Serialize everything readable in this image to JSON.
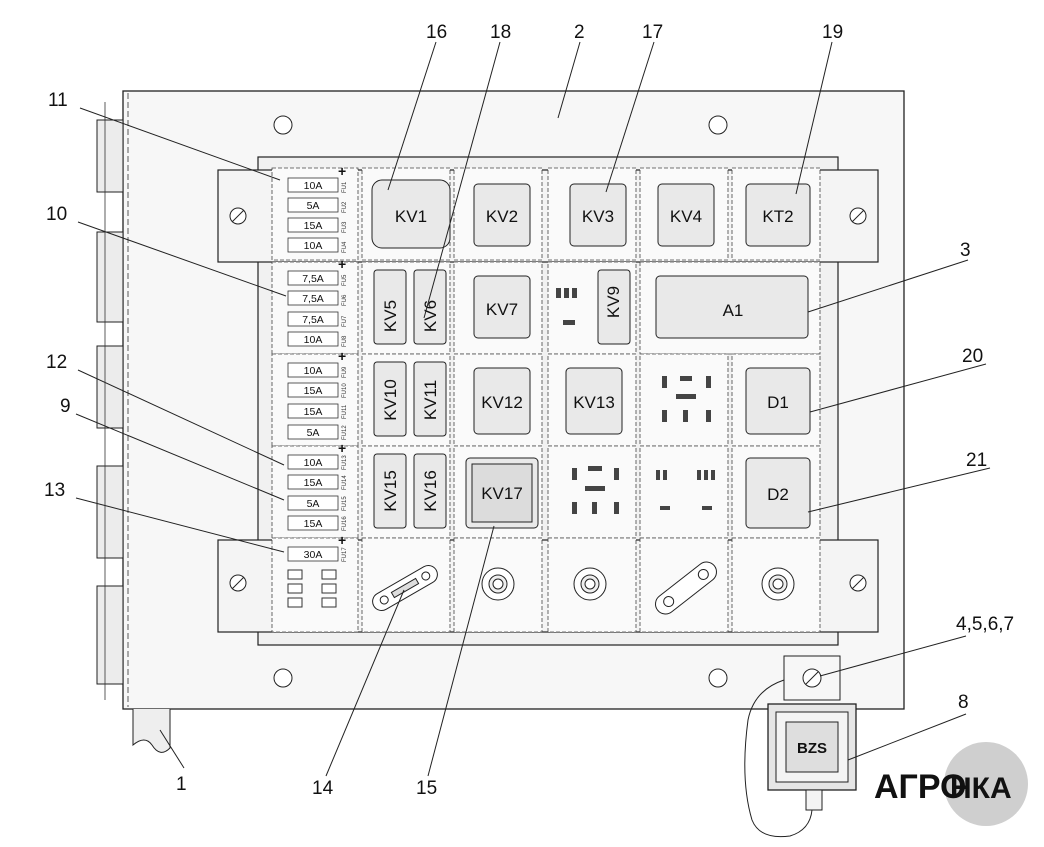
{
  "callouts": {
    "c1": "1",
    "c2": "2",
    "c3": "3",
    "c4567": "4,5,6,7",
    "c8": "8",
    "c9": "9",
    "c10": "10",
    "c11": "11",
    "c12": "12",
    "c13": "13",
    "c14": "14",
    "c15": "15",
    "c16": "16",
    "c17": "17",
    "c18": "18",
    "c19": "19",
    "c20": "20",
    "c21": "21"
  },
  "relays": {
    "kv1": "KV1",
    "kv2": "KV2",
    "kv3": "KV3",
    "kv4": "KV4",
    "kt2": "KT2",
    "kv5": "KV5",
    "kv6": "KV6",
    "kv7": "KV7",
    "kv9": "KV9",
    "a1": "A1",
    "kv10": "KV10",
    "kv11": "KV11",
    "kv12": "KV12",
    "kv13": "KV13",
    "d1": "D1",
    "kv15": "KV15",
    "kv16": "KV16",
    "kv17": "KV17",
    "d2": "D2"
  },
  "fuses": {
    "f1": "10A",
    "f2": "5A",
    "f3": "15A",
    "f4": "10A",
    "f5": "7,5A",
    "f6": "7,5A",
    "f7": "7,5A",
    "f8": "10A",
    "f9": "10A",
    "f10": "15A",
    "f11": "15A",
    "f12": "5A",
    "f13": "10A",
    "f14": "15A",
    "f15": "5A",
    "f16": "15A",
    "f17": "30A"
  },
  "fuse_ids": {
    "g1": "FU1",
    "g2": "FU2",
    "g3": "FU3",
    "g4": "FU4",
    "g5": "FU5",
    "g6": "FU6",
    "g7": "FU7",
    "g8": "FU8",
    "g9": "FU9",
    "g10": "FU10",
    "g11": "FU11",
    "g12": "FU12",
    "g13": "FU13",
    "g14": "FU14",
    "g15": "FU15",
    "g16": "FU16",
    "g17": "FU17"
  },
  "bzs_label": "BZS",
  "logo": {
    "left": "АГРО",
    "right": "НКА"
  }
}
